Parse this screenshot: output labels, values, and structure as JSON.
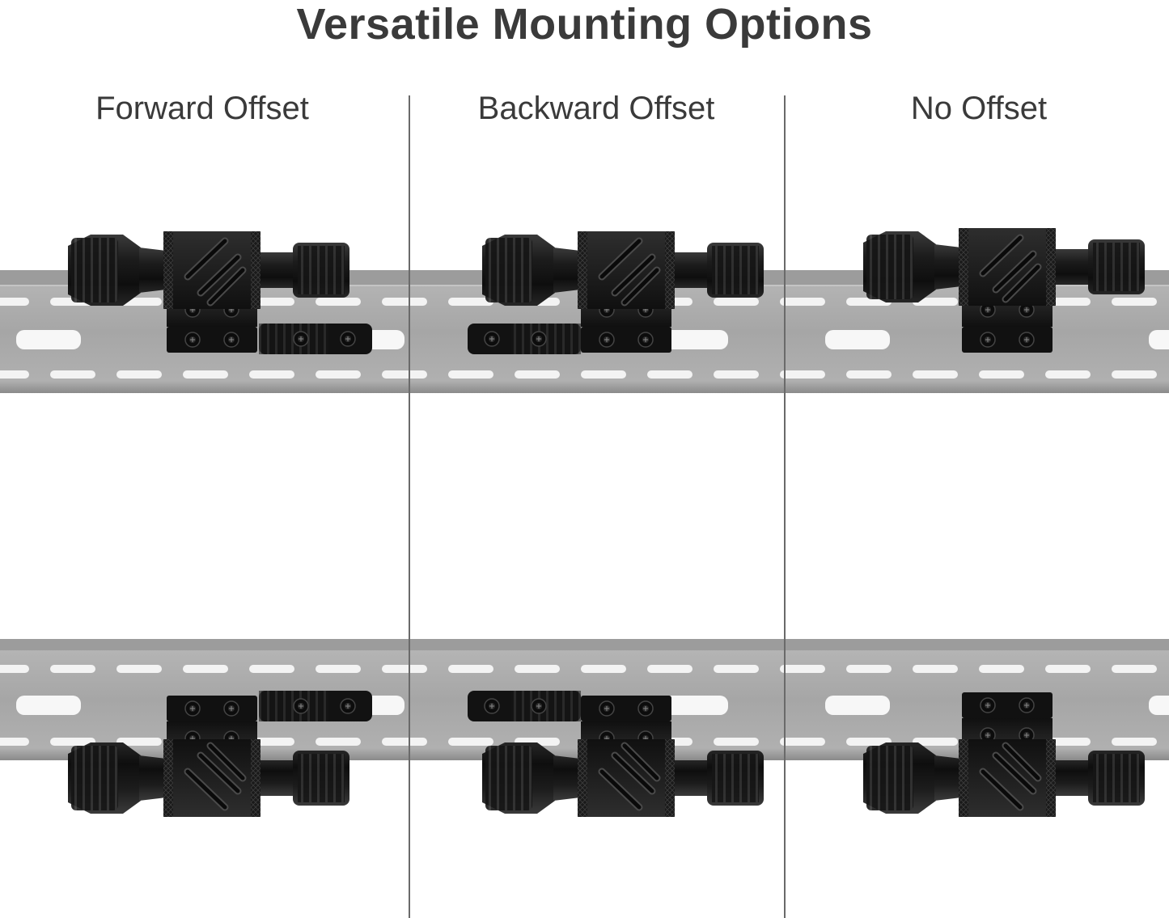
{
  "title": "Versatile Mounting Options",
  "columns": [
    {
      "label": "Forward Offset"
    },
    {
      "label": "Backward Offset"
    },
    {
      "label": "No Offset"
    }
  ],
  "icons": {
    "flashlight": "flashlight-icon",
    "rail": "mlok-rail-icon",
    "mount": "offset-mount-icon"
  },
  "colors": {
    "text": "#3a3a3a",
    "rail": "#a9a9a9",
    "rail_shadow": "#8c8c8c",
    "slot": "#f4f4f4",
    "metal": "#161616",
    "divider": "#6a6a6a"
  }
}
